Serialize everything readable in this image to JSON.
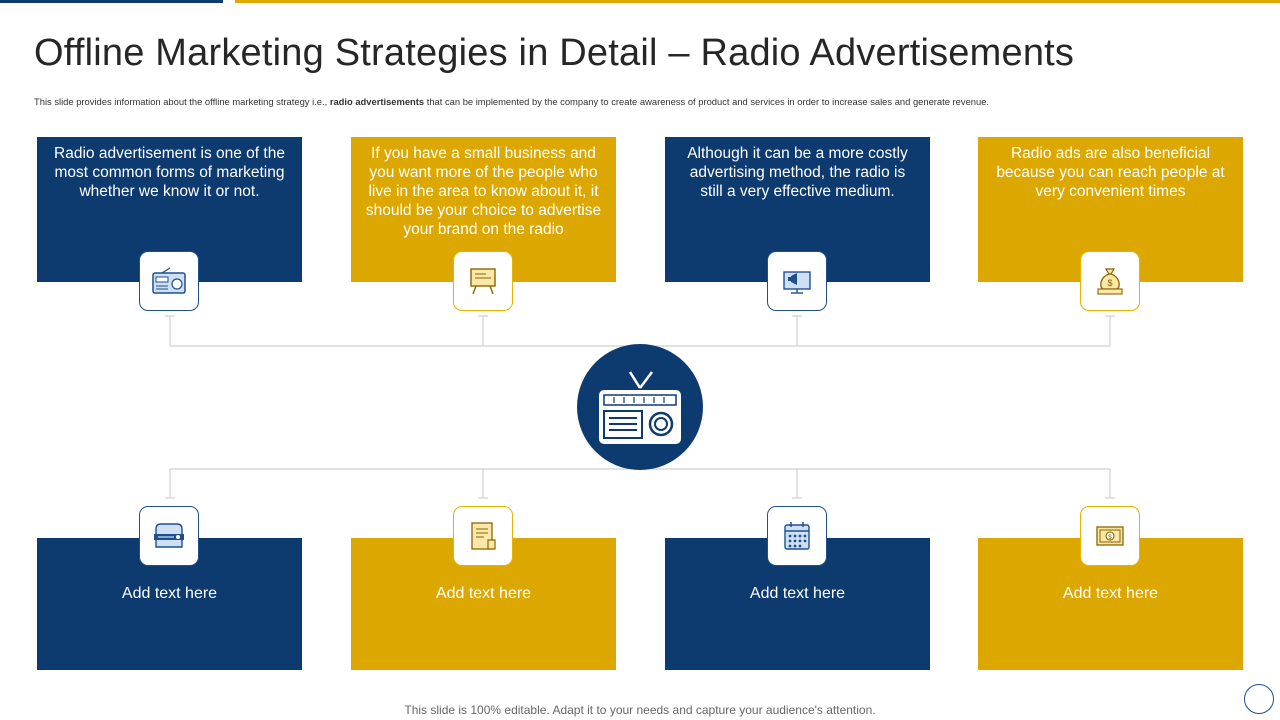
{
  "title": "Offline Marketing Strategies in Detail – Radio Advertisements",
  "subtitle": {
    "before": "This slide provides information about the offline marketing strategy i.e., ",
    "bold": "radio advertisements",
    "after": " that can be implemented  by the company to create awareness of product and services in order to increase sales and generate revenue."
  },
  "top_boxes": [
    {
      "text": "Radio advertisement is one of the most common forms of marketing whether we know it or not.",
      "color": "#0d3b70",
      "icon": "radio-icon"
    },
    {
      "text": "If you have a small business and you want more of the people who live in the area to know about it, it should be your choice to advertise your brand on the radio",
      "color": "#dca800",
      "icon": "presentation-board-icon"
    },
    {
      "text": "Although it can be a more costly advertising method, the radio is still a very effective medium.",
      "color": "#0d3b70",
      "icon": "monitor-megaphone-icon"
    },
    {
      "text": "Radio ads are also beneficial because you can reach people at very convenient times",
      "color": "#dca800",
      "icon": "money-bag-icon"
    }
  ],
  "bottom_boxes": [
    {
      "text": "Add text here",
      "color": "#0d3b70",
      "icon": "radio-device-icon"
    },
    {
      "text": "Add text here",
      "color": "#dca800",
      "icon": "document-icon"
    },
    {
      "text": "Add text here",
      "color": "#0d3b70",
      "icon": "calendar-icon"
    },
    {
      "text": "Add text here",
      "color": "#dca800",
      "icon": "money-bill-icon"
    }
  ],
  "center_icon": "radio-icon",
  "footer": "This slide is 100% editable. Adapt it to your needs and capture your audience's attention.",
  "colors": {
    "navy": "#0d3b70",
    "gold": "#dca800",
    "connector": "#d0d0d0"
  }
}
